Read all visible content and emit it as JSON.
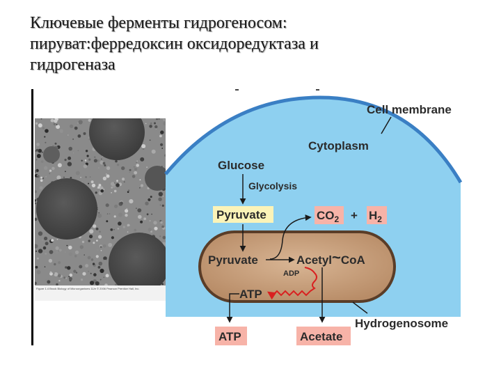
{
  "title": {
    "line1": "Ключевые ферменты гидрогеносом:",
    "line2": "пируват:ферредоксин оксидоредуктаза и",
    "line3": "гидрогеназа"
  },
  "micrograph": {
    "caption": "Figure 1.4 Brock Biology of Microorganisms 11/e © 2006 Pearson Prentice Hall, Inc."
  },
  "diagram": {
    "cell_membrane": "Cell membrane",
    "cytoplasm": "Cytoplasm",
    "glucose": "Glucose",
    "glycolysis": "Glycolysis",
    "pyruvate_cyto": "Pyruvate",
    "co2_main": "CO",
    "co2_sub": "2",
    "plus": "+",
    "h2_main": "H",
    "h2_sub": "2",
    "pyruvate_inner": "Pyruvate",
    "acetyl": "Acetyl",
    "tilde": "~",
    "coa": "CoA",
    "adp": "ADP",
    "atp_inner": "ATP",
    "hydrogenosome": "Hydrogenosome",
    "atp_out": "ATP",
    "acetate": "Acetate"
  },
  "colors": {
    "cytoplasm": "#8ed0f0",
    "membrane": "#3a7fc4",
    "organelle_fill": "#c9a382",
    "organelle_border": "#5a3d28",
    "pyruvate_box": "#fbf3b8",
    "product_box": "#f7b3a8",
    "wavy_arrow": "#d92020"
  }
}
